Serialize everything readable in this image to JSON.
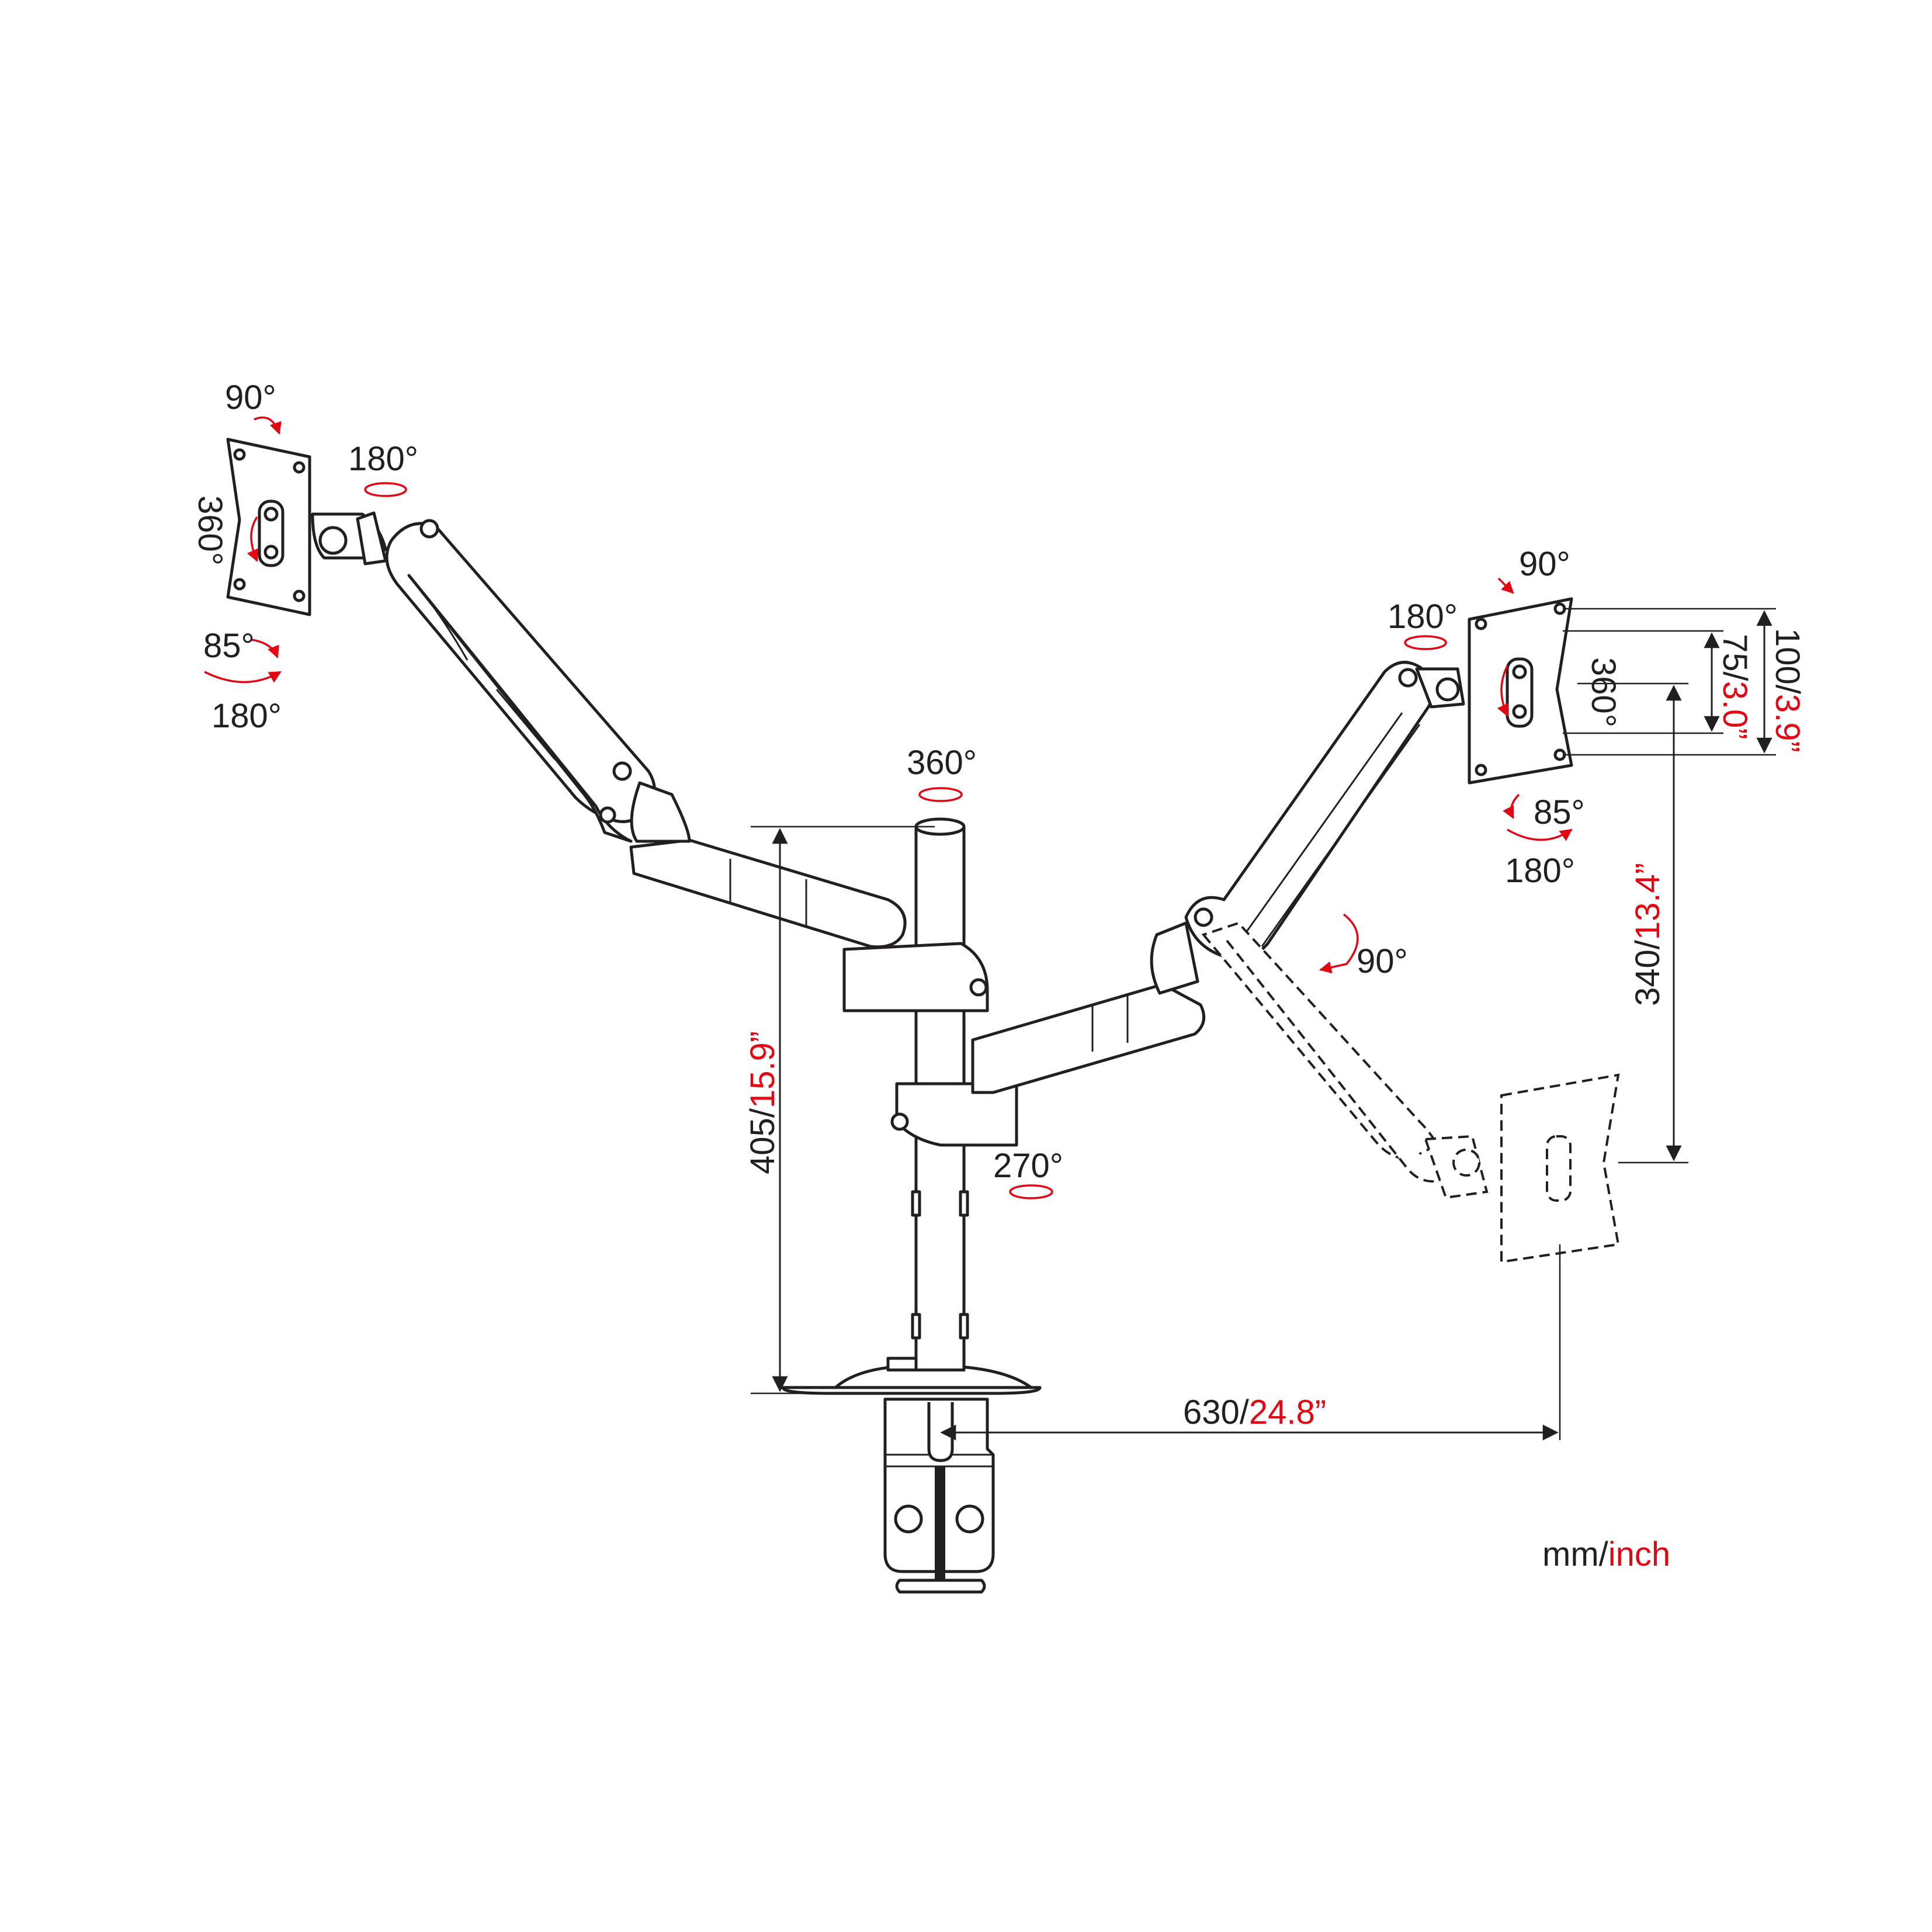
{
  "labels": {
    "left_tilt": "90°",
    "left_swivel": "180°",
    "left_rotate": "360°",
    "left_pan_1": "85°",
    "left_pan_2": "180°",
    "pole_rotate": "360°",
    "lower_rotate": "270°",
    "right_tilt": "90°",
    "right_swivel": "180°",
    "right_rotate": "360°",
    "right_pan_1": "85°",
    "right_pan_2": "180°",
    "arm_lift": "90°"
  },
  "dimensions": {
    "height": {
      "mm": "405/",
      "inch": "15.9”"
    },
    "reach": {
      "mm": "630/",
      "inch": "24.8”"
    },
    "vertical": {
      "mm": "340/",
      "inch": "13.4”"
    },
    "vesa_large": {
      "mm": "100/",
      "inch": "3.9”"
    },
    "vesa_small": {
      "mm": "75/",
      "inch": "3.0”"
    }
  },
  "units": {
    "mm": "mm/",
    "inch": "inch"
  },
  "colors": {
    "line": "#231f20",
    "accent": "#e30613"
  }
}
